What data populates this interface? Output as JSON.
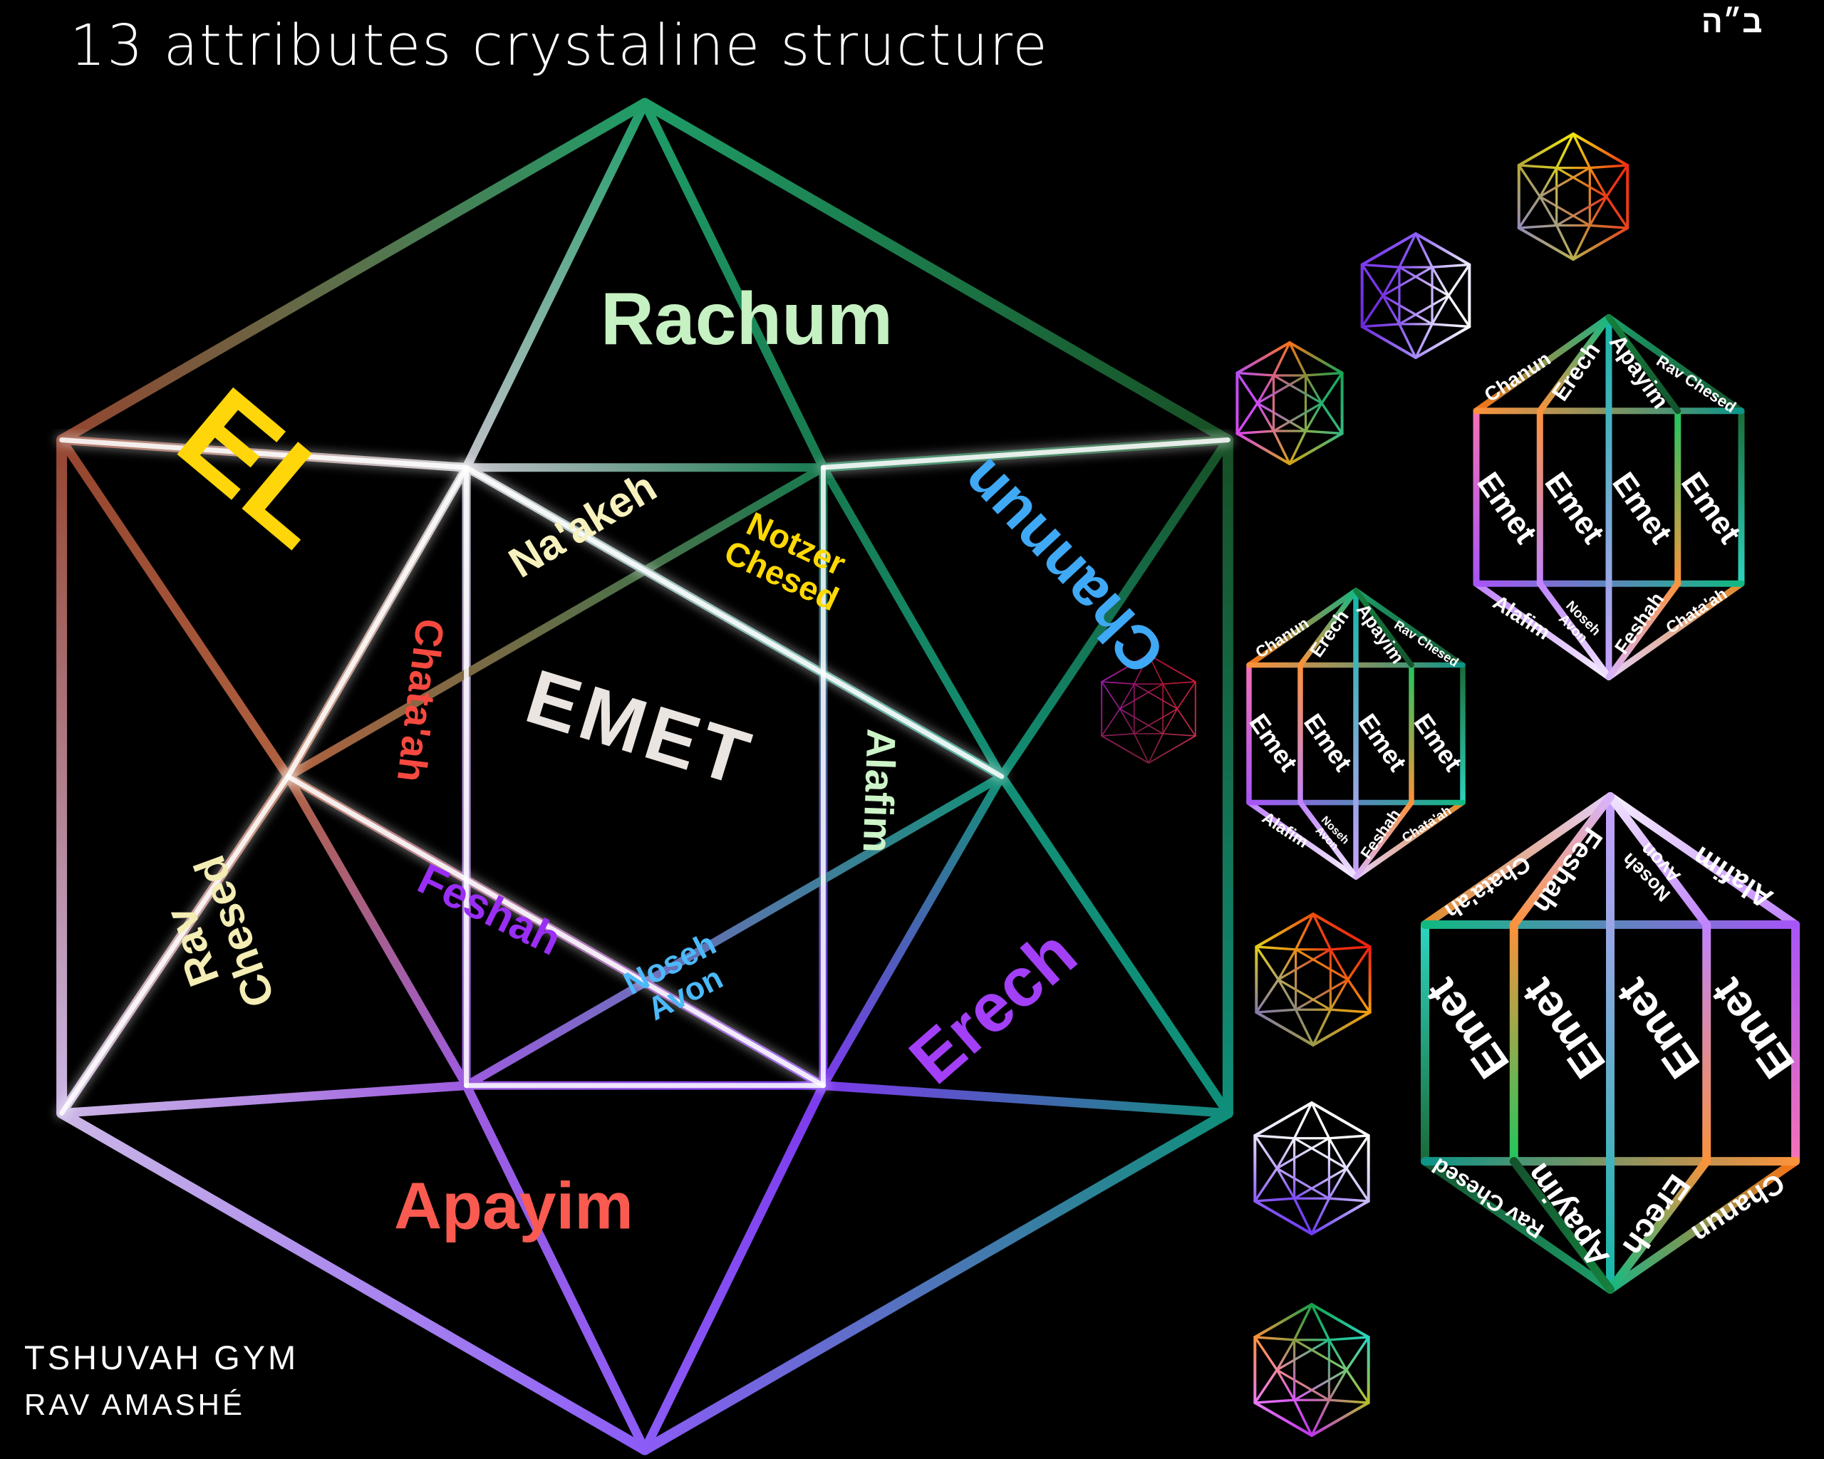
{
  "page": {
    "background": "#000000"
  },
  "header": {
    "title": "13 attributes crystaline structure",
    "hebrew_mark": "ב״ה"
  },
  "footer": {
    "line1": "TSHUVAH GYM",
    "line2": "RAV AMASHÉ"
  },
  "big_figure": {
    "labels": {
      "rachum": {
        "text": "Rachum",
        "color": "#c6f1c2"
      },
      "el": {
        "text": "EL",
        "color": "#ffd60a"
      },
      "channun": {
        "text": "Channun",
        "color": "#3fa9f5"
      },
      "naakeh": {
        "text": "Na'akeh",
        "color": "#f7f2bd"
      },
      "notzer_chesed": {
        "text": "Notzer\nChesed",
        "color": "#ffd903"
      },
      "chataah": {
        "text": "Chata'ah",
        "color": "#f6493f"
      },
      "emet": {
        "text": "EMET",
        "color": "#eae5e0"
      },
      "alafim": {
        "text": "Alafim",
        "color": "#cdf4c8"
      },
      "feshah": {
        "text": "Feshah",
        "color": "#9a2ef5"
      },
      "noseh_avon": {
        "text": "Noseh\nAvon",
        "color": "#4cb9f9"
      },
      "rav_chesed": {
        "text": "Rav\nChesed",
        "color": "#f4edb4"
      },
      "erech": {
        "text": "Erech",
        "color": "#a43ff8"
      },
      "apayim": {
        "text": "Apayim",
        "color": "#fa5a50"
      }
    },
    "outer_vertex_colors": [
      "#1f9d68",
      "#174f24",
      "#0f8f7a",
      "#8b5cf6",
      "#cbb7e6",
      "#94452f"
    ],
    "inner_vertex_colors": [
      "#177a4f",
      "#128f76",
      "#7c3aed",
      "#9d5ce0",
      "#b0613f",
      "#c0c0c8"
    ],
    "glow_color": "#ffffff"
  },
  "crystals": {
    "top_labels": [
      "Chanun",
      "Erech",
      "Apayim",
      "Rav Chesed"
    ],
    "panel_label": "Emet",
    "panel_count": 4,
    "bottom_labels": [
      "Alafim",
      "Noseh Avon",
      "Feshah",
      "Chata'ah"
    ],
    "label_color": "#ffffff",
    "edge_palette": {
      "rim_top_left": [
        "#1fb283",
        "#f97316"
      ],
      "rim_left": [
        "#f472b6",
        "#a855f7"
      ],
      "rim_bottom_left": [
        "#c084fc",
        "#f6efff"
      ],
      "rim_bottom_right": [
        "#e5d0fa",
        "#e08a2a"
      ],
      "rim_right": [
        "#2dd4bf",
        "#1a6b38"
      ],
      "rim_top_right": [
        "#14532d",
        "#1d9e6a"
      ],
      "mid_top": [
        "#fb923c",
        "#0d9488"
      ],
      "mid_bottom": [
        "#a855f7",
        "#10b981"
      ],
      "vertical_left": [
        "#fb923c",
        "#c084fc"
      ],
      "axis": [
        "#14b8a6",
        "#c9a0fc"
      ],
      "vertical_right": [
        "#22c55e",
        "#fb923c"
      ],
      "fan_top_left": [
        "#10b981",
        "#fb923c"
      ],
      "fan_top_right": [
        "#15803d",
        "#14532d"
      ],
      "fan_bottom_left": [
        "#f0e4ff",
        "#c084fc"
      ],
      "fan_bottom_right": [
        "#d8b4fe",
        "#fb923c"
      ]
    }
  },
  "decor_icosahedra": [
    {
      "name": "yellow-red-icosahedron",
      "outer_colors": [
        "#f0e612",
        "#f22c15",
        "#e8431a",
        "#b9b04e",
        "#958bb5",
        "#b8ab3a"
      ]
    },
    {
      "name": "violet-white-icosahedron",
      "outer_colors": [
        "#8b5cf6",
        "#efecff",
        "#ffffff",
        "#a78bfa",
        "#6d28d9",
        "#7c3aed"
      ]
    },
    {
      "name": "rainbow-pink-icosahedron",
      "outer_colors": [
        "#f97316",
        "#18a558",
        "#35b880",
        "#d3a513",
        "#d946ef",
        "#b84ff0"
      ]
    },
    {
      "name": "orange-yellow-icosahedron",
      "outer_colors": [
        "#ee4d11",
        "#ef1f10",
        "#f59e0b",
        "#9c9a48",
        "#8579a8",
        "#e4cf1b"
      ]
    },
    {
      "name": "white-violet-icosahedron",
      "outer_colors": [
        "#fdfdff",
        "#ffffff",
        "#cabdf8",
        "#6d3bf5",
        "#8b5cf6",
        "#e8e2fa"
      ]
    },
    {
      "name": "green-magenta-icosahedron",
      "outer_colors": [
        "#16a34a",
        "#2dd4bf",
        "#b5bd2a",
        "#bf36e8",
        "#e879f9",
        "#fb923c"
      ]
    },
    {
      "name": "dark-red-icosahedron",
      "outer_colors": [
        "#a11236",
        "#d41b3f",
        "#c4314f",
        "#7f1d3a",
        "#8f1d5e",
        "#a21caf"
      ]
    }
  ]
}
